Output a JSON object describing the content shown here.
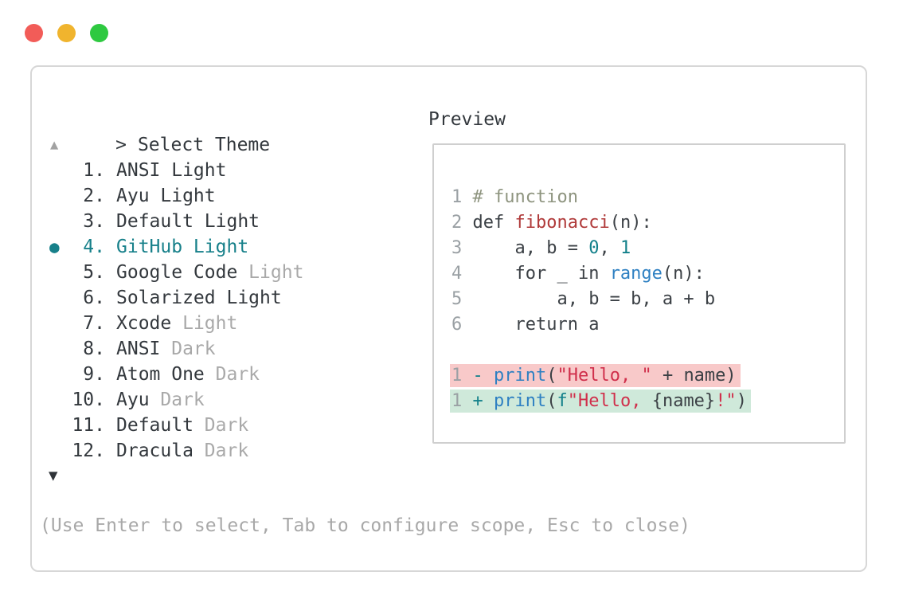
{
  "colors": {
    "accent": "#17808a",
    "text_main": "#33383d",
    "text_dim": "#a9a9a9",
    "line_number": "#9aa0a4",
    "traffic_red": "#f25c58",
    "traffic_yellow": "#f0b42e",
    "traffic_green": "#2ec940",
    "removed_bg": "#f8c9c9",
    "added_bg": "#cfe9da",
    "tok_plain": "#3b4045",
    "tok_comment": "#8e947f",
    "tok_func": "#b03a3a",
    "tok_call": "#2e80c2",
    "tok_number": "#12808a",
    "tok_string": "#d02f4b",
    "tok_marker": "#12808a",
    "tok_fprefix": "#12808a"
  },
  "window_controls": {
    "close": "close",
    "minimize": "minimize",
    "maximize": "maximize"
  },
  "prompt": {
    "caret": ">",
    "title": "Select Theme"
  },
  "scroll": {
    "up": "▲",
    "down": "▼"
  },
  "theme_list": [
    {
      "num": "1.",
      "name": "ANSI Light",
      "dim": "",
      "selected": false
    },
    {
      "num": "2.",
      "name": "Ayu Light",
      "dim": "",
      "selected": false
    },
    {
      "num": "3.",
      "name": "Default Light",
      "dim": "",
      "selected": false
    },
    {
      "num": "4.",
      "name": "GitHub Light",
      "dim": "",
      "selected": true
    },
    {
      "num": "5.",
      "name": "Google Code",
      "dim": "Light",
      "selected": false
    },
    {
      "num": "6.",
      "name": "Solarized Light",
      "dim": "",
      "selected": false
    },
    {
      "num": "7.",
      "name": "Xcode",
      "dim": "Light",
      "selected": false
    },
    {
      "num": "8.",
      "name": "ANSI",
      "dim": "Dark",
      "selected": false
    },
    {
      "num": "9.",
      "name": "Atom One",
      "dim": "Dark",
      "selected": false
    },
    {
      "num": "10.",
      "name": "Ayu",
      "dim": "Dark",
      "selected": false
    },
    {
      "num": "11.",
      "name": "Default",
      "dim": "Dark",
      "selected": false
    },
    {
      "num": "12.",
      "name": "Dracula",
      "dim": "Dark",
      "selected": false
    }
  ],
  "selected_bullet": "●",
  "footer": {
    "hint": "(Use Enter to select, Tab to configure scope, Esc to close)"
  },
  "preview": {
    "title": "Preview",
    "code_lines": [
      {
        "ln": "1",
        "tokens": [
          [
            "comment",
            "# function"
          ]
        ]
      },
      {
        "ln": "2",
        "tokens": [
          [
            "plain",
            "def "
          ],
          [
            "func",
            "fibonacci"
          ],
          [
            "plain",
            "(n):"
          ]
        ]
      },
      {
        "ln": "3",
        "tokens": [
          [
            "plain",
            "    a, b = "
          ],
          [
            "number",
            "0"
          ],
          [
            "plain",
            ", "
          ],
          [
            "number",
            "1"
          ]
        ]
      },
      {
        "ln": "4",
        "tokens": [
          [
            "plain",
            "    for _ in "
          ],
          [
            "call",
            "range"
          ],
          [
            "plain",
            "(n):"
          ]
        ]
      },
      {
        "ln": "5",
        "tokens": [
          [
            "plain",
            "        a, b = b, a + b"
          ]
        ]
      },
      {
        "ln": "6",
        "tokens": [
          [
            "plain",
            "    return a"
          ]
        ]
      }
    ],
    "diff_lines": [
      {
        "ln": "1",
        "kind": "removed",
        "tokens": [
          [
            "marker",
            "- "
          ],
          [
            "call",
            "print"
          ],
          [
            "plain",
            "("
          ],
          [
            "string",
            "\"Hello, \""
          ],
          [
            "plain",
            " + name)"
          ]
        ]
      },
      {
        "ln": "1",
        "kind": "added",
        "tokens": [
          [
            "marker",
            "+ "
          ],
          [
            "call",
            "print"
          ],
          [
            "plain",
            "("
          ],
          [
            "fprefix",
            "f"
          ],
          [
            "string",
            "\"Hello, "
          ],
          [
            "plain",
            "{name}"
          ],
          [
            "string",
            "!\""
          ],
          [
            "plain",
            ")"
          ]
        ]
      }
    ]
  }
}
